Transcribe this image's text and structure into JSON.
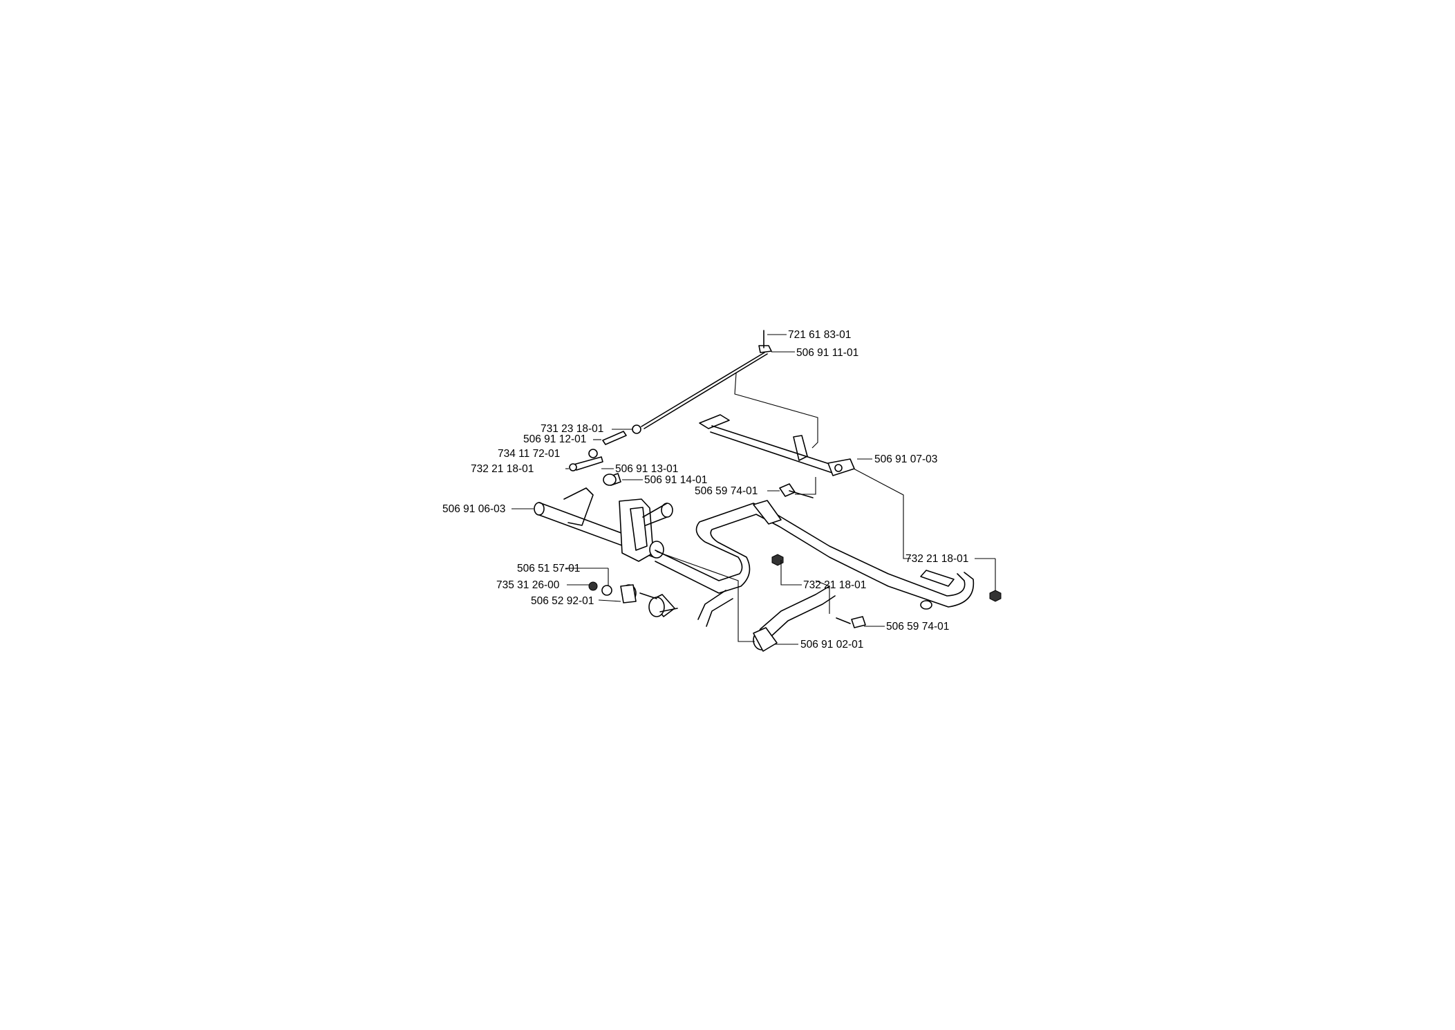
{
  "parts": {
    "p1": "721 61 83-01",
    "p2": "506 91 11-01",
    "p3": "731 23 18-01",
    "p4": "506 91 12-01",
    "p5": "734 11 72-01",
    "p6": "732 21 18-01",
    "p7": "506 91 13-01",
    "p8": "506 91 14-01",
    "p9": "506 91 07-03",
    "p10": "506 59 74-01",
    "p11": "506 91 06-03",
    "p12": "732 21 18-01",
    "p13": "506 51 57-01",
    "p14": "735 31 26-00",
    "p15": "506 52 92-01",
    "p16": "732 21 18-01",
    "p17": "506 59 74-01",
    "p18": "506 91 02-01"
  }
}
